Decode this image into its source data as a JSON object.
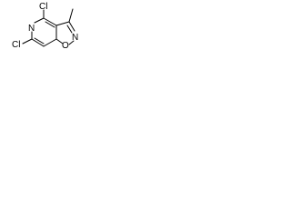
{
  "molecule": {
    "atoms": {
      "chlorine_top": "Cl",
      "chlorine_left": "Cl",
      "nitrogen_ring": "N",
      "nitrogen_isoxazole": "N",
      "oxygen_isoxazole": "O",
      "methyl": ""
    },
    "colors": {
      "bond": "#000000",
      "label": "#000000",
      "background": "#ffffff"
    }
  }
}
